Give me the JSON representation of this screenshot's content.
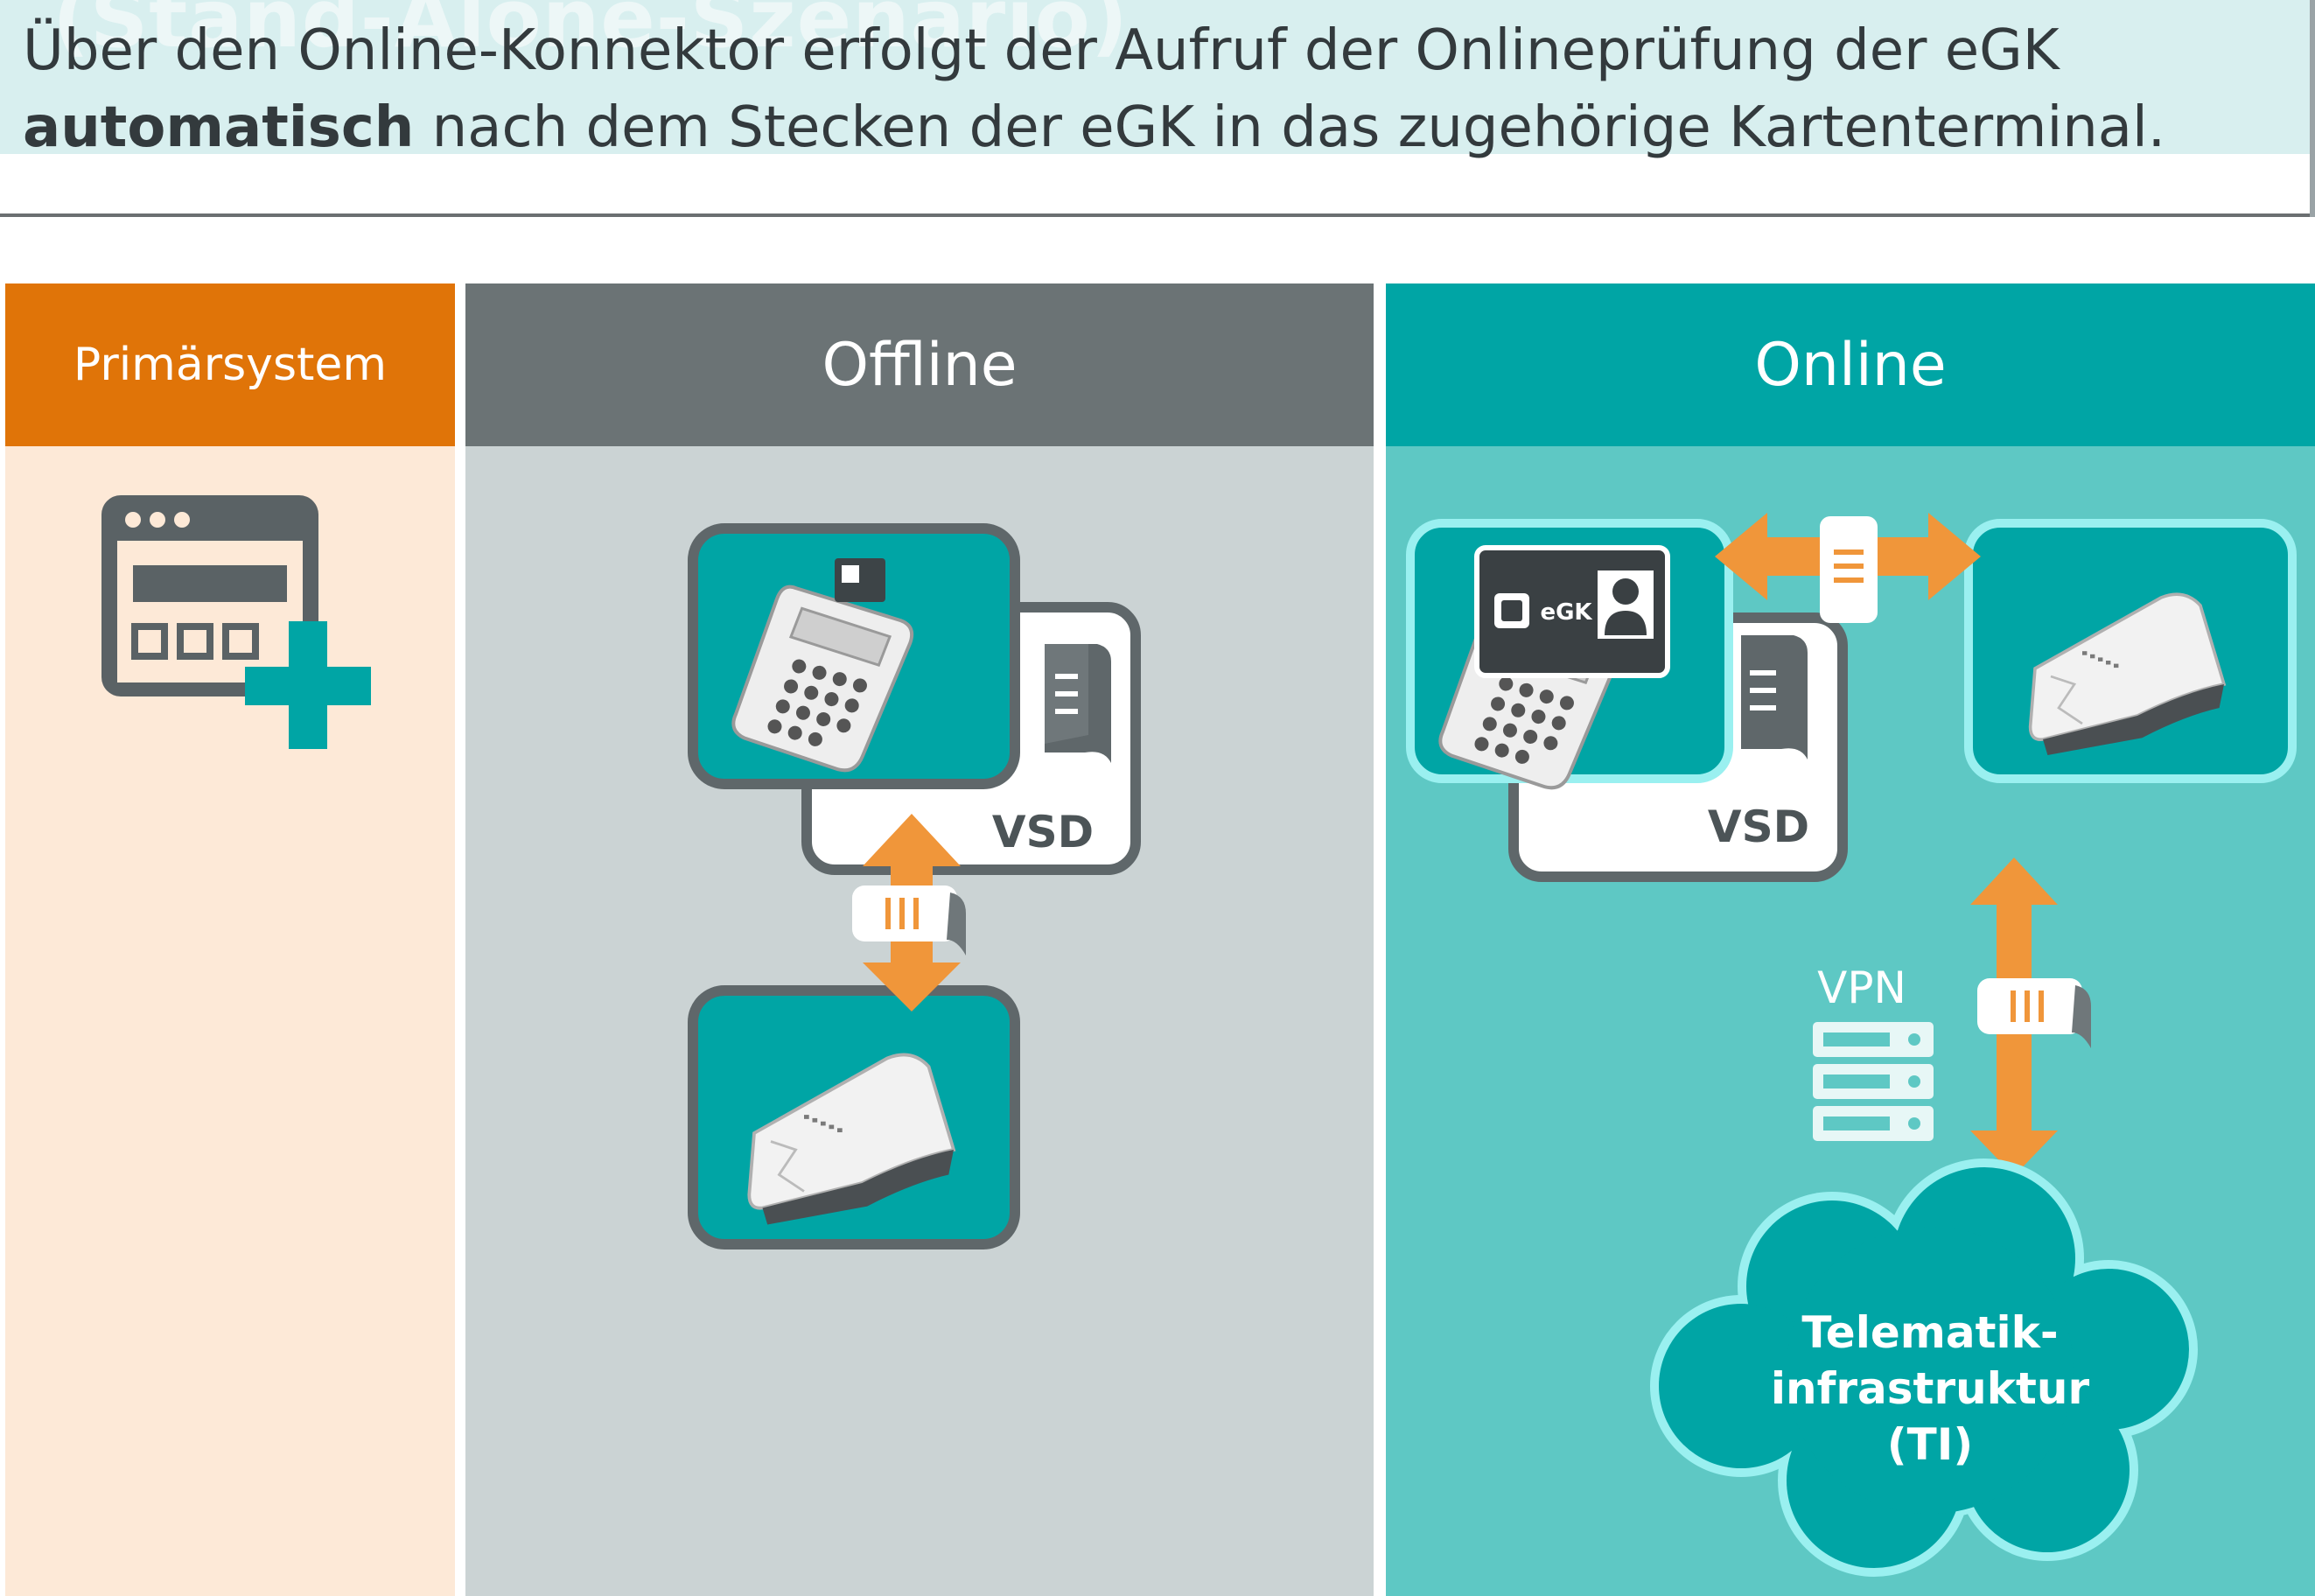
{
  "banner": {
    "ghost_title": "(Stand-Alone-Szenario)",
    "line1": "Über den Online-Konnektor erfolgt der Aufruf der Onlineprüfung der eGK",
    "line2_bold": "automatisch",
    "line2_rest": " nach dem Stecken der eGK in das zugehörige Kartenterminal."
  },
  "columns": {
    "primary": "Primärsystem",
    "offline": "Offline",
    "online": "Online"
  },
  "labels": {
    "vsd_offline": "VSD",
    "vsd_online": "VSD",
    "egk": "eGK",
    "vpn": "VPN",
    "ti_line1": "Telematik-",
    "ti_line2": "infrastruktur",
    "ti_line3": "(TI)"
  },
  "colors": {
    "orange": "#f0963a",
    "teal": "#00a5a5",
    "teal_light": "#5ec8c4",
    "gray_dark": "#5f676a",
    "primary_orange": "#e07408"
  }
}
